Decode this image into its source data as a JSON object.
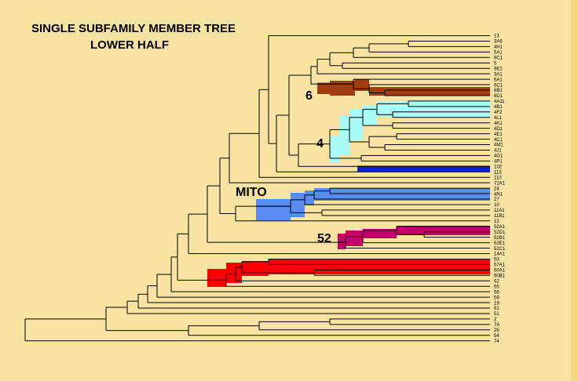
{
  "title": {
    "line1": "SINGLE SUBFAMILY MEMBER TREE",
    "line2": "LOWER HALF"
  },
  "clade_labels": {
    "c6": "6",
    "c4": "4",
    "mito": "MITO",
    "c52": "52"
  },
  "colors": {
    "background": "#f9e3a3",
    "line": "#000000",
    "clade6": "#a33d0f",
    "clade4": "#a9fbf7",
    "clade102": "#0a22e0",
    "mito": "#5a8bf2",
    "clade52": "#c3006c",
    "red": "#ff0000"
  },
  "leaves": [
    "13",
    "3A6",
    "4H1",
    "5A1",
    "9C1",
    "5",
    "9E1",
    "3A1",
    "6A1",
    "6C1",
    "6B1",
    "6D1",
    "4A11",
    "4B1",
    "4F2",
    "4L1",
    "4K1",
    "4D1",
    "4E1",
    "4C1",
    "4M1",
    "4J1",
    "4G1",
    "4P1",
    "102",
    "113",
    "110",
    "72A1",
    "24",
    "4N1",
    "27",
    "10",
    "11A1",
    "11B1",
    "12",
    "52A1",
    "52D1",
    "52B1",
    "52E1",
    "52C1",
    "14A1",
    "53",
    "57A1",
    "60A1",
    "60B1",
    "62",
    "55",
    "56",
    "59",
    "19",
    "61",
    "51",
    "2",
    "7A",
    "25",
    "54",
    "74"
  ]
}
